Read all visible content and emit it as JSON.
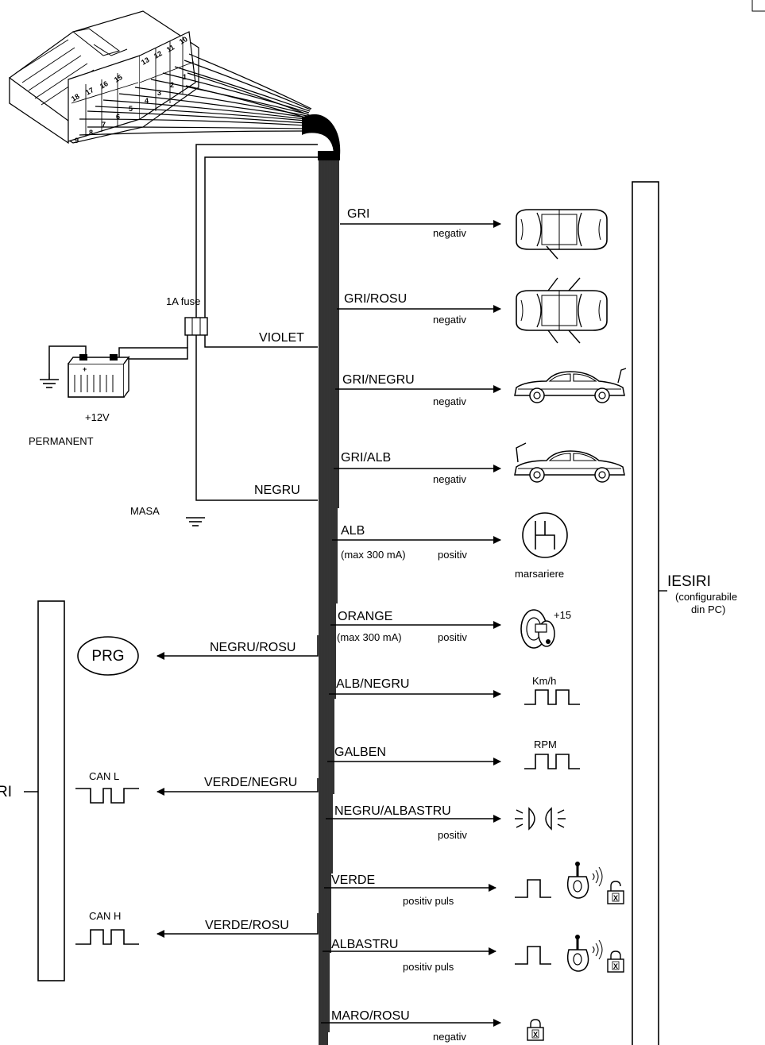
{
  "connector": {
    "pins_top": [
      "13",
      "12",
      "11",
      "10"
    ],
    "pins_bottom": [
      "18",
      "17",
      "16",
      "15"
    ],
    "pins_small": [
      "9",
      "8",
      "7",
      "6",
      "5",
      "4",
      "3",
      "2",
      "1"
    ]
  },
  "power": {
    "fuse_label": "1A fuse",
    "violet_label": "VIOLET",
    "negru_label": "NEGRU",
    "battery_voltage": "+12V",
    "battery_permanent": "PERMANENT",
    "masa_label": "MASA"
  },
  "outputs_box": {
    "title": "IESIRI",
    "subtitle_1": "(configurabile",
    "subtitle_2": "din PC)"
  },
  "inputs_box": {
    "title": "RI"
  },
  "outputs": [
    {
      "wire": "GRI",
      "type": "negativ",
      "note": "",
      "icon": "car-top-door-icon"
    },
    {
      "wire": "GRI/ROSU",
      "type": "negativ",
      "note": "",
      "icon": "car-top-doors-open-icon"
    },
    {
      "wire": "GRI/NEGRU",
      "type": "negativ",
      "note": "",
      "icon": "car-trunk-open-icon"
    },
    {
      "wire": "GRI/ALB",
      "type": "negativ",
      "note": "",
      "icon": "car-hood-open-icon"
    },
    {
      "wire": "ALB",
      "type": "positiv",
      "note": "(max 300 mA)",
      "icon": "gear-reverse-icon",
      "caption": "marsariere"
    },
    {
      "wire": "ORANGE",
      "type": "positiv",
      "note": "(max 300 mA)",
      "icon": "ignition-key-icon",
      "caption": "+15"
    },
    {
      "wire": "ALB/NEGRU",
      "type": "",
      "note": "",
      "icon": "pulse-icon",
      "caption": "Km/h"
    },
    {
      "wire": "GALBEN",
      "type": "",
      "note": "",
      "icon": "pulse-icon",
      "caption": "RPM"
    },
    {
      "wire": "NEGRU/ALBASTRU",
      "type": "positiv",
      "note": "",
      "icon": "lights-icon"
    },
    {
      "wire": "VERDE",
      "type": "positiv puls",
      "note": "",
      "icon": "remote-unlock-icon"
    },
    {
      "wire": "ALBASTRU",
      "type": "positiv puls",
      "note": "",
      "icon": "remote-lock-icon"
    },
    {
      "wire": "MARO/ROSU",
      "type": "negativ",
      "note": "",
      "icon": "padlock-icon"
    }
  ],
  "inputs": [
    {
      "wire": "NEGRU/ROSU",
      "label": "PRG",
      "icon": "prg-button-icon"
    },
    {
      "wire": "VERDE/NEGRU",
      "label": "CAN L",
      "icon": "can-low-signal-icon"
    },
    {
      "wire": "VERDE/ROSU",
      "label": "CAN H",
      "icon": "can-high-signal-icon"
    }
  ]
}
